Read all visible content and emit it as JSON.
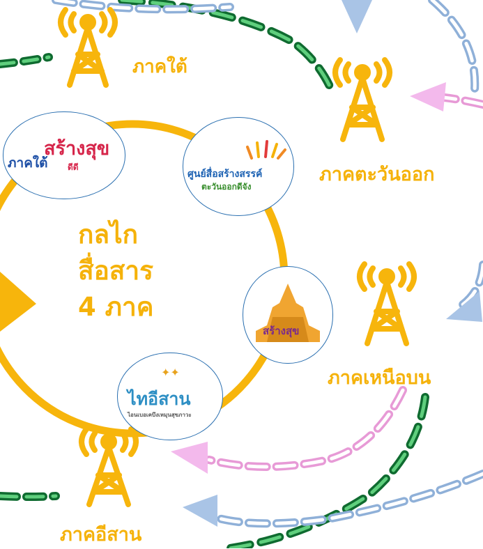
{
  "center": {
    "line1": "กลไก",
    "line2": "สื่อสาร",
    "line3": "4 ภาค"
  },
  "regions": {
    "south": "ภาคใต้",
    "east": "ภาคตะวันออก",
    "north": "ภาคเหนือบน",
    "isan": "ภาคอีสาน"
  },
  "logos": {
    "south": {
      "word1": "ภาคใต้",
      "word2": "สร้างสุข",
      "word3": "ดีดี"
    },
    "east": {
      "line1": "ศูนย์สื่อสร้างสรรค์",
      "line2": "ตะวันออกดีจัง"
    },
    "north": {
      "line1": "สร้างสุข"
    },
    "isan": {
      "line1": "ไทอีสาน",
      "line2": "ไอนเบอเคบึงเหมุนสุขภาวะ"
    }
  },
  "colors": {
    "yellow": "#f7b50c",
    "green_dash": "#1e9e4a",
    "pink_dash": "#f2b0e0",
    "blue_dash": "#b7cfe9",
    "blue_arrow": "#a9c4e6",
    "pink_arrow": "#f3b9ec"
  }
}
